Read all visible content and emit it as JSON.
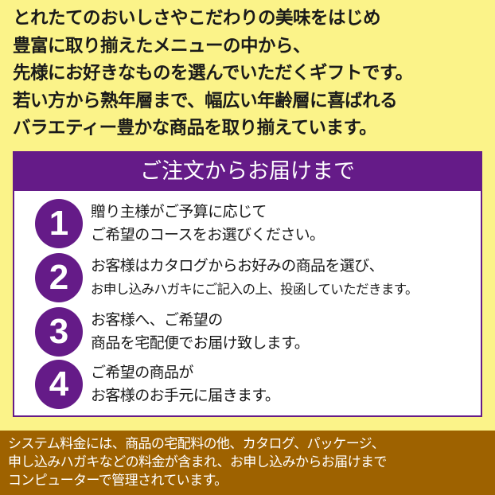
{
  "intro": {
    "lines": [
      "とれたてのおいしさやこだわりの美味をはじめ",
      "豊富に取り揃えたメニューの中から、",
      "先様にお好きなものを選んでいただくギフトです。",
      "若い方から熟年層まで、幅広い年齢層に喜ばれる",
      "バラエティー豊かな商品を取り揃えています。"
    ]
  },
  "process": {
    "title": "ご注文からお届けまで",
    "steps": [
      {
        "number": "1",
        "lines": [
          "贈り主様がご予算に応じて",
          "ご希望のコースをお選びください。"
        ]
      },
      {
        "number": "2",
        "lines": [
          "お客様はカタログからお好みの商品を選び、",
          "お申し込みハガキにご記入の上、投函していただきます。"
        ]
      },
      {
        "number": "3",
        "lines": [
          "お客様へ、ご希望の",
          "商品を宅配便でお届け致します。"
        ]
      },
      {
        "number": "4",
        "lines": [
          "ご希望の商品が",
          "お客様のお手元に届きます。"
        ]
      }
    ]
  },
  "footer": {
    "lines": [
      "システム料金には、商品の宅配料の他、カタログ、パッケージ、",
      "申し込みハガキなどの料金が含まれ、お申し込みからお届けまで",
      "コンピューターで管理されています。"
    ]
  },
  "colors": {
    "background": "#fbf389",
    "accent": "#651b88",
    "footer": "#9e6200"
  }
}
